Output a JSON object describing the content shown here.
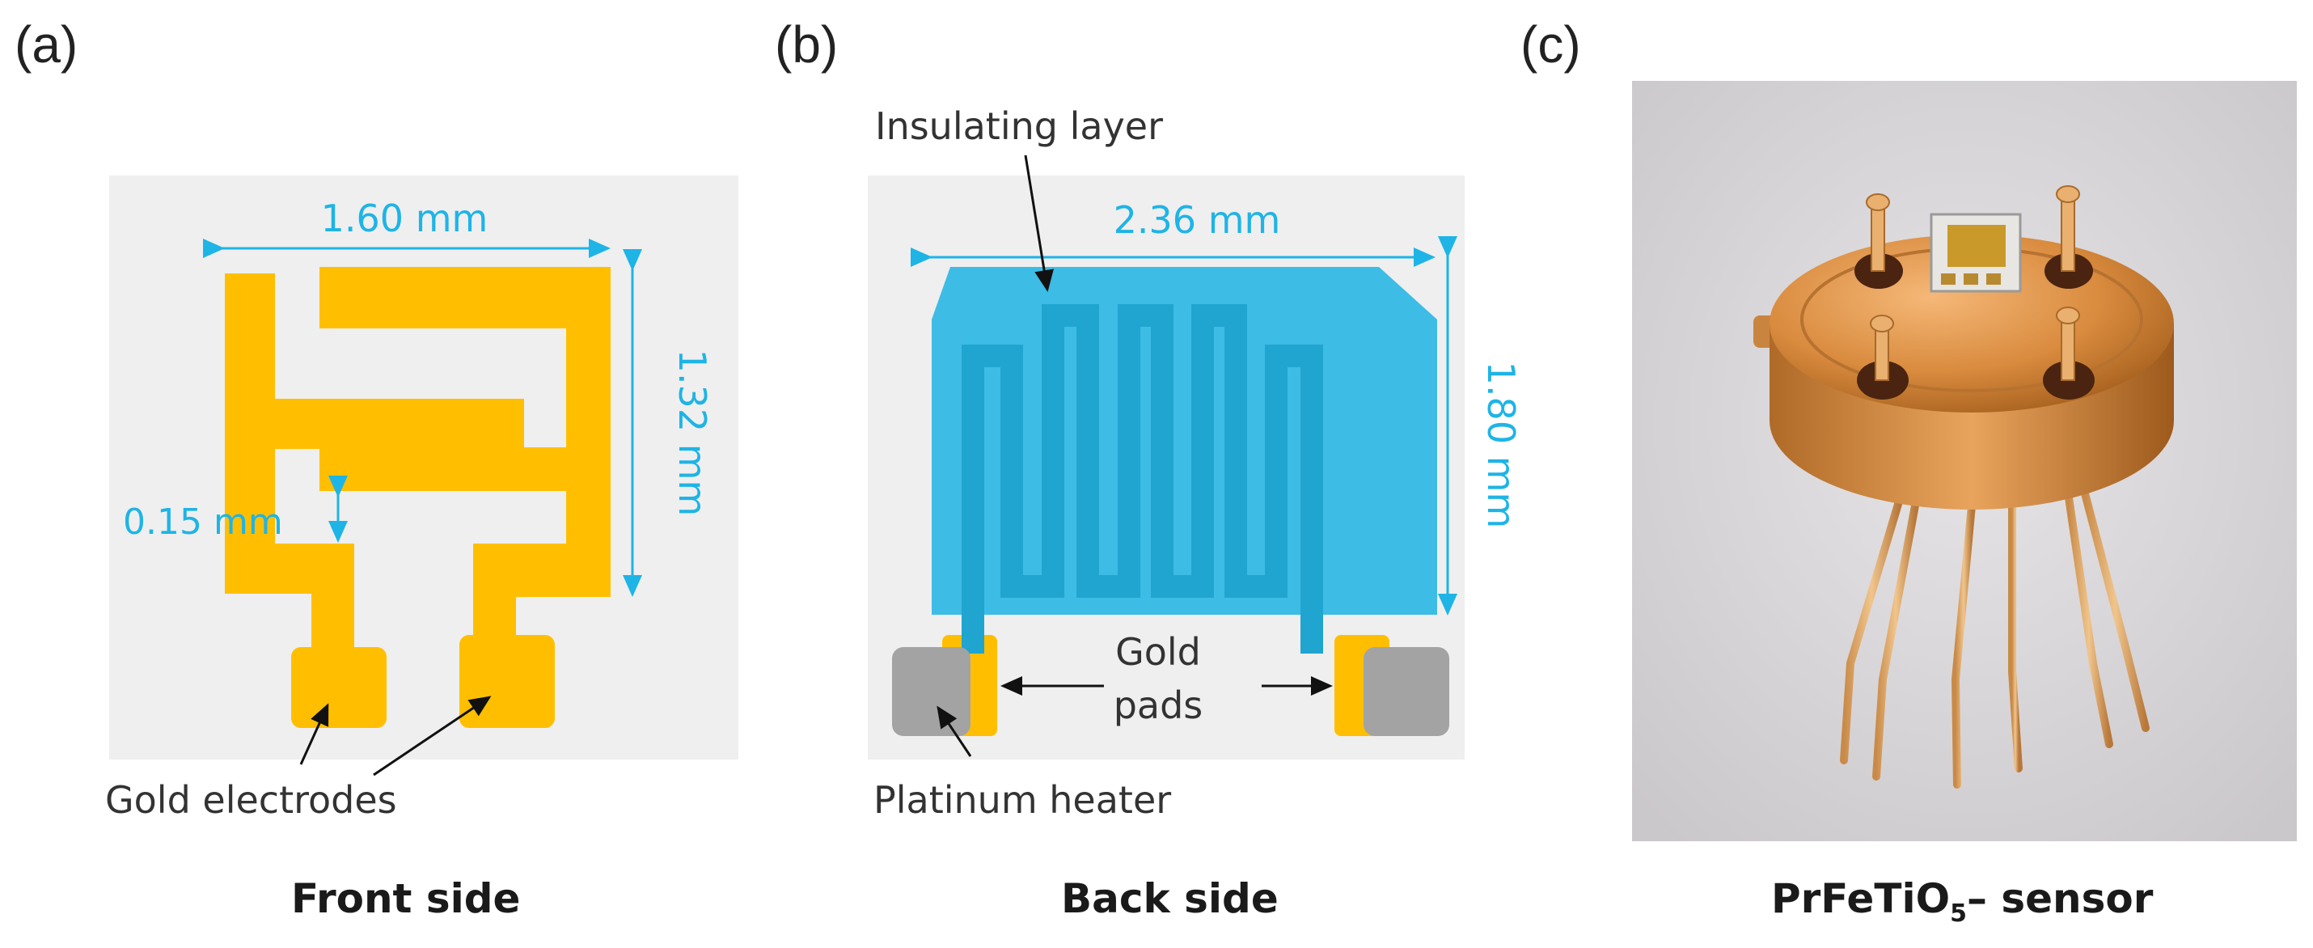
{
  "panels": [
    {
      "letter": "(a)",
      "caption": "Front side"
    },
    {
      "letter": "(b)",
      "caption": "Back side"
    },
    {
      "letter": "(c)",
      "caption_main": "PrFeTiO",
      "caption_sub": "5",
      "caption_tail": "– sensor"
    }
  ],
  "front": {
    "width_label": "1.60 mm",
    "height_label": "1.32 mm",
    "gap_label": "0.15 mm",
    "electrodes_label": "Gold electrodes"
  },
  "back": {
    "insulating_label": "Insulating layer",
    "width_label": "2.36 mm",
    "height_label": "1.80 mm",
    "gold_pads_line1": "Gold",
    "gold_pads_line2": "pads",
    "heater_label": "Platinum heater"
  },
  "colors": {
    "gold": "#FFBF00",
    "dimension": "#1EB4E6",
    "insulating": "#3DBCE6",
    "platinum": "#A3A3A3",
    "panel_bg": "#EFEFEF"
  }
}
